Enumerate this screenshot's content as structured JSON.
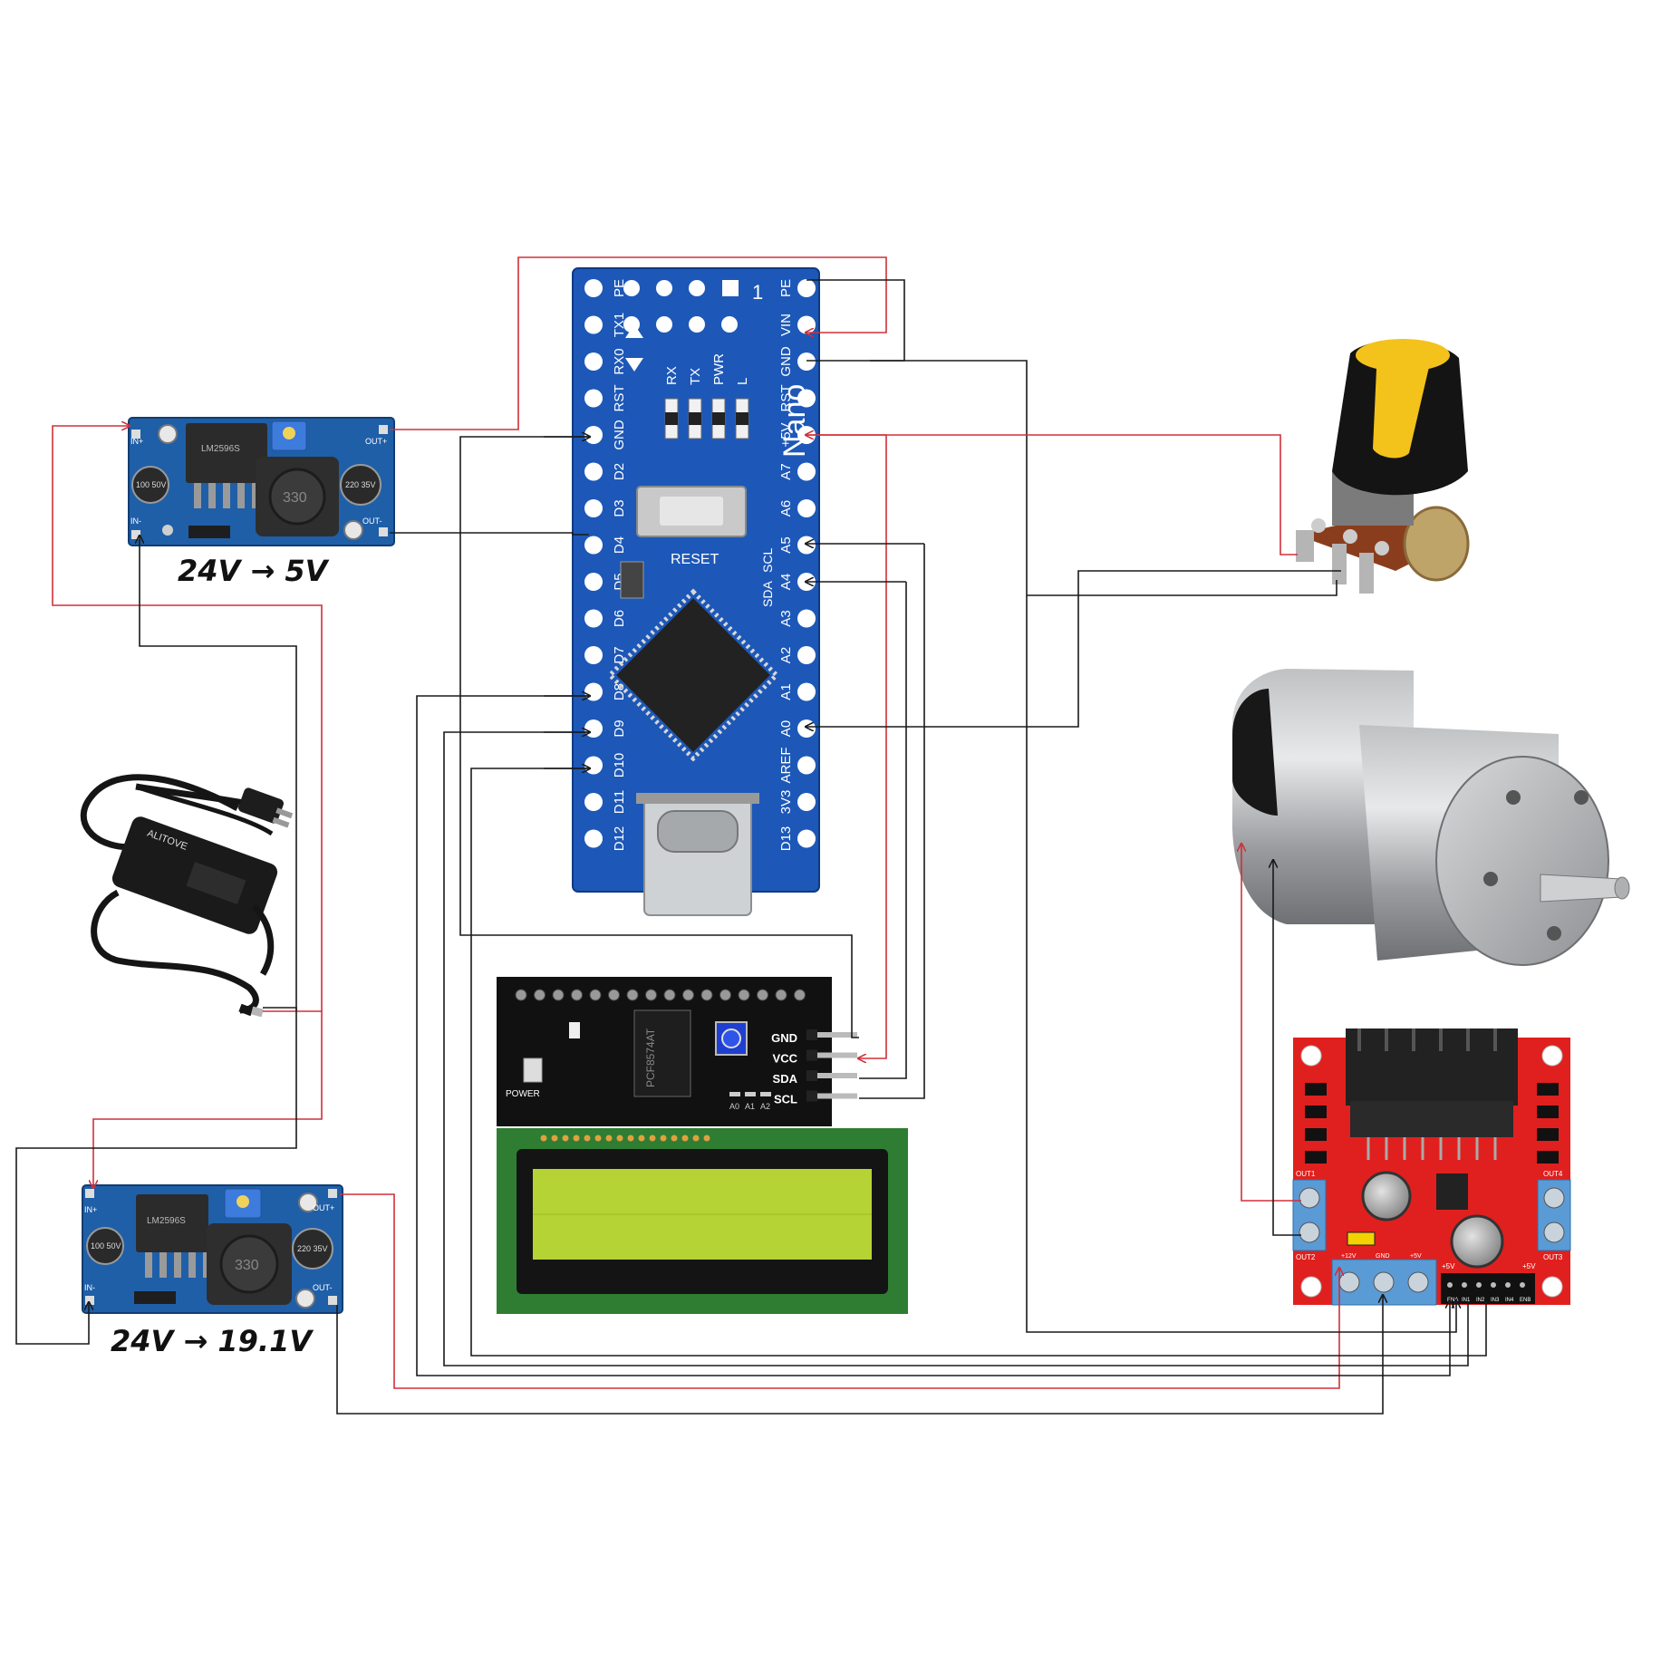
{
  "converters": {
    "top": {
      "caption": "24V → 5V",
      "in_plus": "IN+",
      "in_minus": "IN-",
      "out_plus": "OUT+",
      "out_minus": "OUT-",
      "cap_left": "100 50V",
      "cap_right": "220 35V",
      "inductor": "330",
      "chip": "LM2596S"
    },
    "bottom": {
      "caption": "24V → 19.1V",
      "in_plus": "IN+",
      "in_minus": "IN-",
      "out_plus": "OUT+",
      "out_minus": "OUT-",
      "cap_left": "100 50V",
      "cap_right": "220 35V",
      "inductor": "330",
      "chip": "LM2596S"
    }
  },
  "nano": {
    "name": "Nano",
    "reset": "RESET",
    "leds": [
      "RX",
      "TX",
      "PWR",
      "L"
    ],
    "left_pins": [
      "PE",
      "TX1",
      "RX0",
      "RST",
      "GND",
      "D2",
      "D3",
      "D4",
      "D5",
      "D6",
      "D7",
      "D8",
      "D9",
      "D10",
      "D11",
      "D12"
    ],
    "right_pins": [
      "PE",
      "VIN",
      "GND",
      "RST",
      "+5V",
      "A7",
      "A6",
      "A5",
      "A4",
      "A3",
      "A2",
      "A1",
      "A0",
      "AREF",
      "3V3",
      "D13"
    ],
    "scl_label": "SCL",
    "sda_label": "SDA",
    "corner_mark": "1"
  },
  "i2c_module": {
    "pins": [
      "GND",
      "VCC",
      "SDA",
      "SCL"
    ],
    "power": "POWER",
    "chip": "PCF8574AT",
    "addr": [
      "A0",
      "A1",
      "A2"
    ]
  },
  "adapter": {
    "brand": "ALITOVE"
  },
  "driver": {
    "out_left_top": "OUT1",
    "out_left_bottom": "OUT2",
    "out_right_top": "OUT4",
    "out_right_bottom": "OUT3",
    "power_labels": [
      "+12V",
      "GND",
      "+5V"
    ],
    "logic_labels": [
      "ENA",
      "IN1",
      "IN2",
      "IN3",
      "IN4",
      "ENB"
    ],
    "v5_left": "+5V",
    "v5_right": "+5V"
  },
  "colors": {
    "wire_red": "#d0303a",
    "wire_black": "#1a1a1a",
    "pcb_blue": "#1f5fa8",
    "nano_blue": "#1d58b8",
    "driver_red": "#e0201e",
    "lcd_green": "#b5d334",
    "knob_yellow": "#f3c21b"
  }
}
